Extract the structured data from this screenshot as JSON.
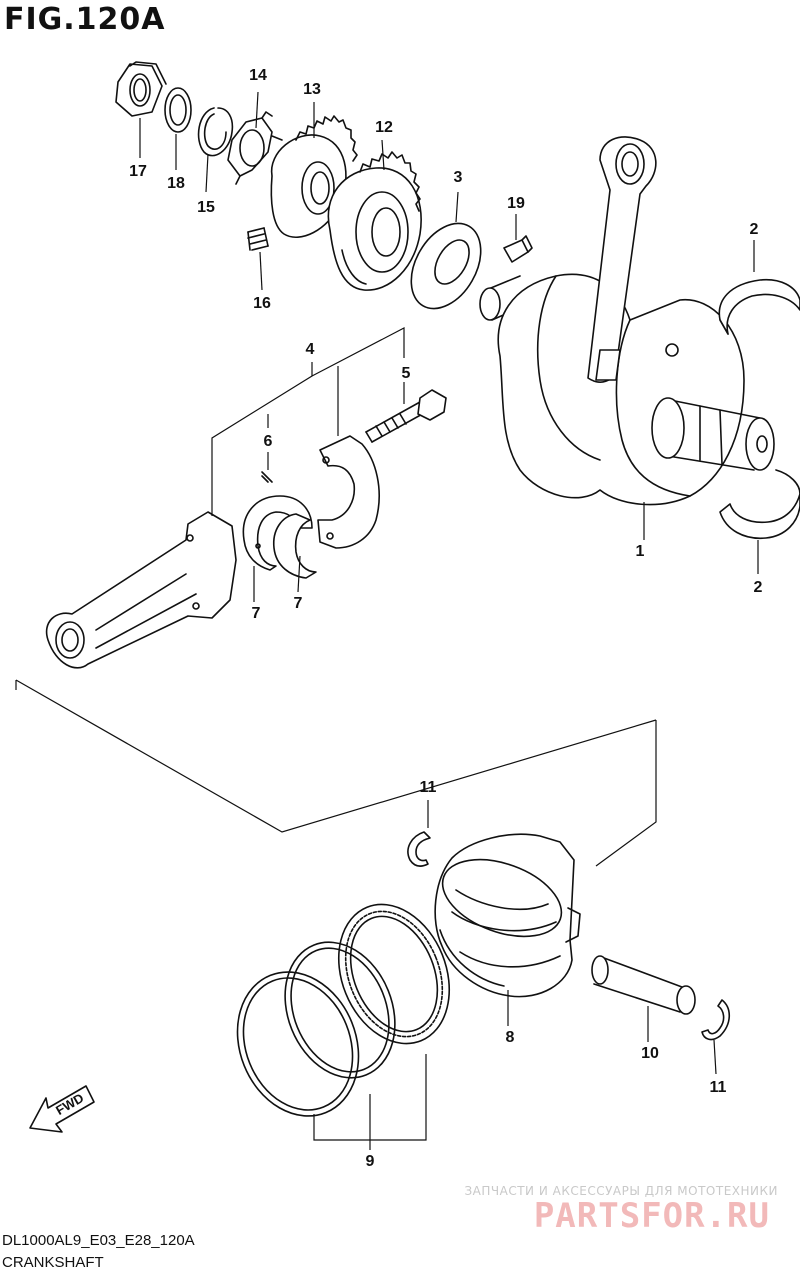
{
  "figure": {
    "title": "FIG.120A"
  },
  "callouts": {
    "c1": "1",
    "c2a": "2",
    "c2b": "2",
    "c3": "3",
    "c4": "4",
    "c5": "5",
    "c6": "6",
    "c7a": "7",
    "c7b": "7",
    "c8": "8",
    "c9": "9",
    "c10": "10",
    "c11a": "11",
    "c11b": "11",
    "c12": "12",
    "c13": "13",
    "c14": "14",
    "c15": "15",
    "c16": "16",
    "c17": "17",
    "c18": "18",
    "c19": "19"
  },
  "direction_marker": {
    "label": "FWD"
  },
  "footer": {
    "model_code": "DL1000AL9_E03_E28_120A",
    "caption": "CRANKSHAFT"
  },
  "watermark": {
    "tagline": "ЗАПЧАСТИ И АКСЕССУАРЫ ДЛЯ МОТОТЕХНИКИ",
    "brand": "PARTSFOR.RU",
    "brand_color": "#f2b9b9",
    "tagline_color": "#c9c9c9"
  }
}
